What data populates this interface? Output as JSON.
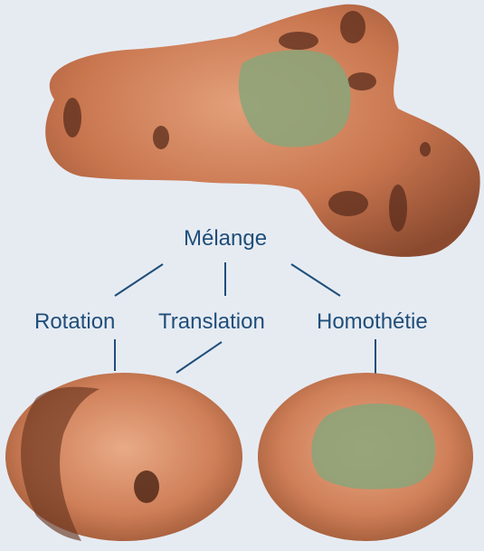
{
  "diagram": {
    "root": {
      "label": "Mélange"
    },
    "branches": [
      {
        "label": "Rotation"
      },
      {
        "label": "Translation"
      },
      {
        "label": "Homothétie"
      }
    ]
  },
  "colors": {
    "background": "#e6ebf2",
    "text": "#1f4e7a",
    "connector": "#1f4e7a",
    "rock": "#c9764f",
    "patch": "#8aa579"
  },
  "images": {
    "top": "rock-texture-with-green-patch",
    "bottom_left": "rock-texture-close-up",
    "bottom_right": "rock-texture-with-green-patch-close-up"
  }
}
